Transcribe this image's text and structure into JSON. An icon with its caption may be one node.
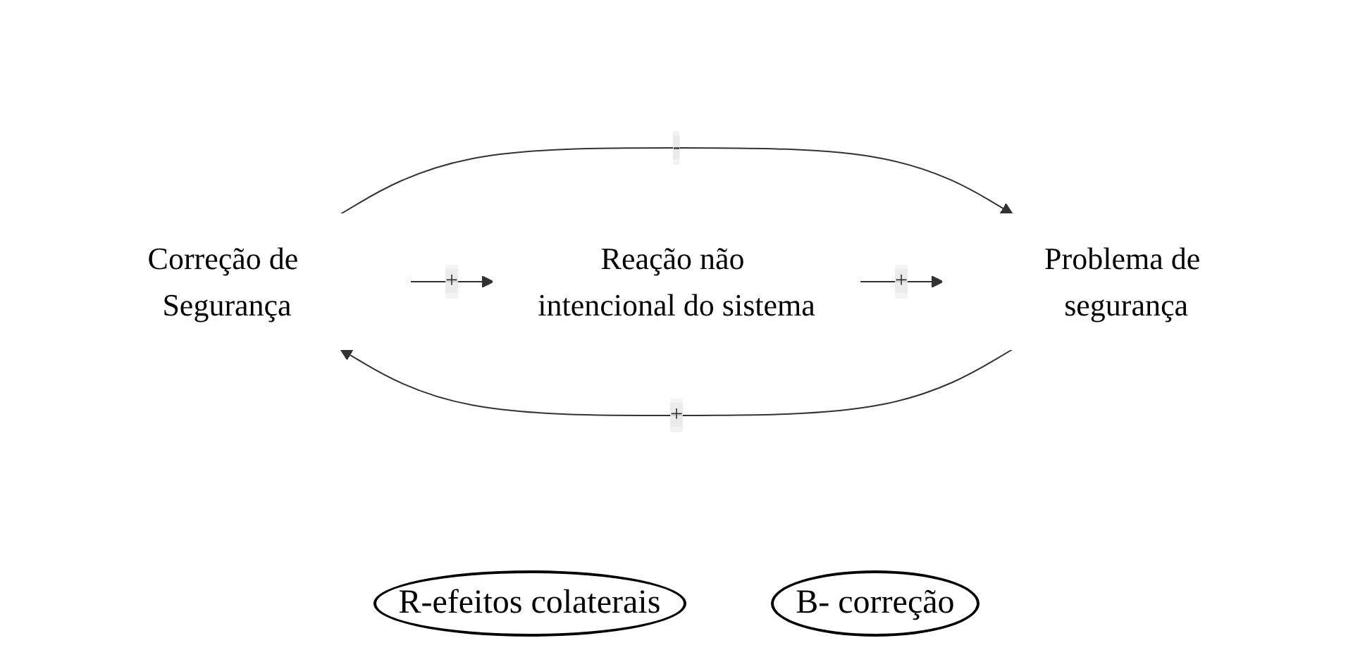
{
  "diagram": {
    "nodes": [
      {
        "text": [
          "Correção de Segurança"
        ]
      },
      {
        "text": [
          "Problema de segurança"
        ]
      },
      {
        "text": [
          "Reação não intencional do sistema"
        ]
      }
    ],
    "edges": [
      {
        "from": 0,
        "to": 1,
        "arrow": "to",
        "label": "-"
      },
      {
        "from": 1,
        "to": 0,
        "arrow": "to",
        "label": "+"
      },
      {
        "from": 0,
        "to": 2,
        "arrow": "to",
        "label": "+"
      },
      {
        "from": 2,
        "to": 1,
        "arrow": "to",
        "label": "+"
      }
    ],
    "labels": [
      "R-efeitos colaterais",
      "B- correção"
    ]
  }
}
